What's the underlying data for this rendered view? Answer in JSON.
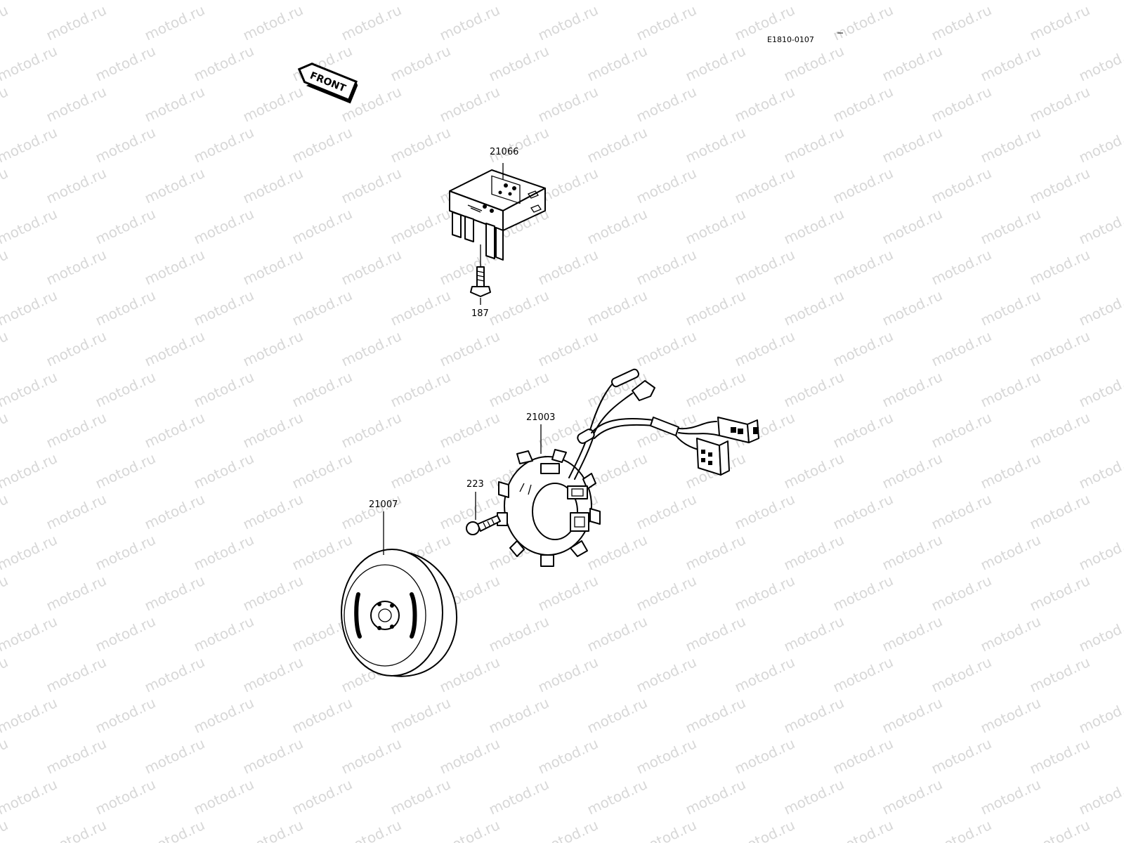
{
  "drawing_code": "E1810-0107",
  "watermark": "motod.ru",
  "front_arrow": {
    "label": "FRONT",
    "icon": "front-arrow-icon"
  },
  "parts": [
    {
      "number": "21066",
      "name": "regulator"
    },
    {
      "number": "187",
      "name": "bolt"
    },
    {
      "number": "21003",
      "name": "stator"
    },
    {
      "number": "223",
      "name": "screw"
    },
    {
      "number": "21007",
      "name": "flywheel-rotor"
    }
  ]
}
